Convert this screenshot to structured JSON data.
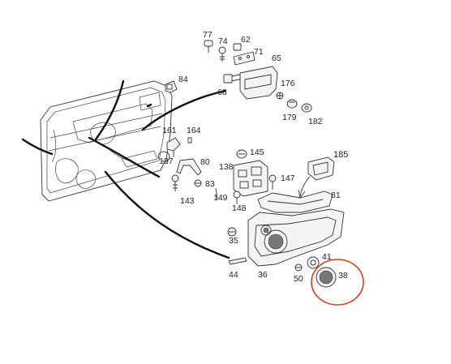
{
  "diagram": {
    "highlight_color": "#e03a1e",
    "labels": {
      "p77": "77",
      "p74": "74",
      "p62": "62",
      "p71": "71",
      "p65": "65",
      "p84": "84",
      "p68": "68",
      "p176": "176",
      "p179": "179",
      "p182": "182",
      "p161": "161",
      "p164": "164",
      "p137": "137",
      "p80": "80",
      "p145": "145",
      "p138": "138",
      "p147": "147",
      "p83": "83",
      "p143": "143",
      "p149": "149",
      "p148": "148",
      "p185": "185",
      "p81": "81",
      "p35": "35",
      "p41": "41",
      "p44": "44",
      "p36": "36",
      "p50": "50",
      "p38": "38"
    }
  }
}
